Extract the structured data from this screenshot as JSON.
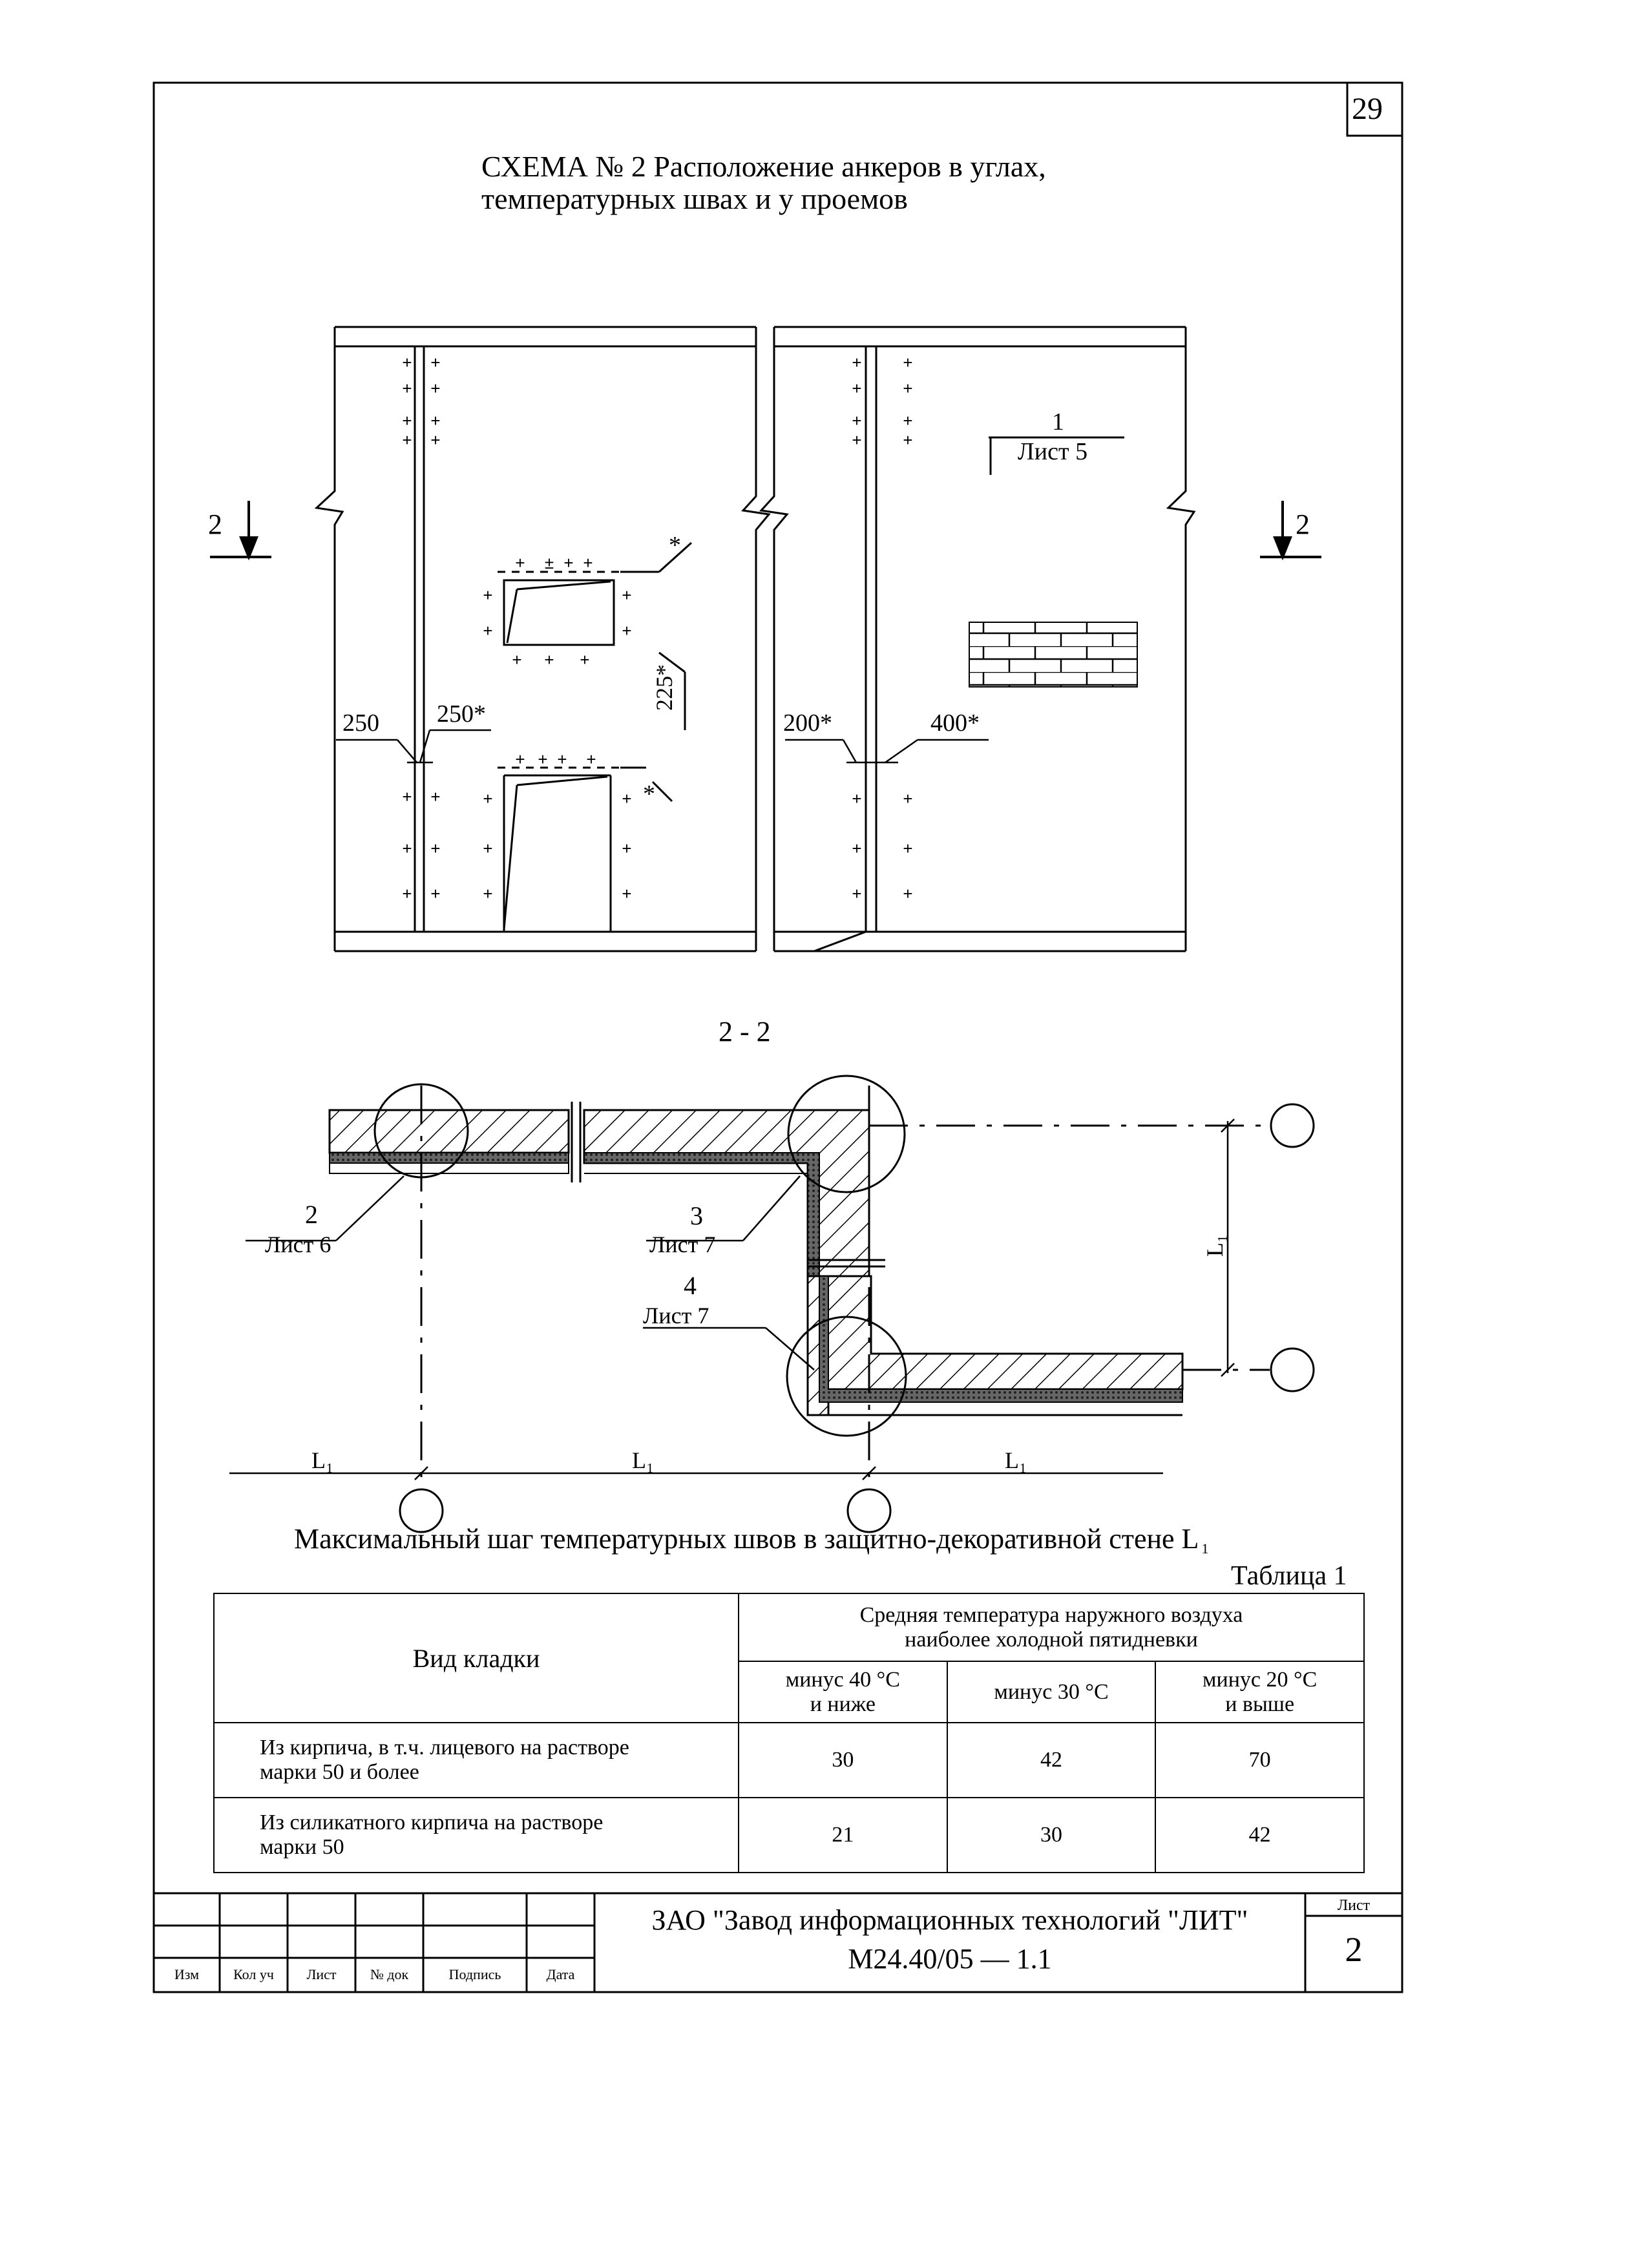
{
  "page_number": "29",
  "title": {
    "line1": "СХЕМА № 2  Расположение анкеров в углах,",
    "line2": "температурных швах и у проемов"
  },
  "elevation": {
    "section_mark": "2",
    "callout_sheet5": {
      "num": "1",
      "sheet": "Лист 5"
    },
    "dims": {
      "left_a": "250",
      "left_b": "250*",
      "right_a": "200*",
      "right_b": "400*",
      "opening_vertical": "225*",
      "star": "*"
    }
  },
  "section": {
    "title": "2 - 2",
    "callouts": [
      {
        "num": "2",
        "sheet": "Лист 6"
      },
      {
        "num": "3",
        "sheet": "Лист 7"
      },
      {
        "num": "4",
        "sheet": "Лист 7"
      }
    ],
    "dim_label": "L₁"
  },
  "table": {
    "caption": "Максимальный шаг температурных швов в защитно-декоративной стене L",
    "caption_sub": "1",
    "label": "Таблица 1",
    "col_header": "Вид кладки",
    "group_header_1": "Средняя температура наружного воздуха",
    "group_header_2": "наиболее холодной пятидневки",
    "temps": [
      {
        "l1": "минус 40 °С",
        "l2": "и ниже"
      },
      {
        "l1": "минус 30 °С",
        "l2": ""
      },
      {
        "l1": "минус 20 °С",
        "l2": "и выше"
      }
    ],
    "rows": [
      {
        "l1": "Из кирпича, в т.ч. лицевого на растворе",
        "l2": "марки 50 и более",
        "values": [
          "30",
          "42",
          "70"
        ]
      },
      {
        "l1": "Из силикатного кирпича на растворе",
        "l2": "марки 50",
        "values": [
          "21",
          "30",
          "42"
        ]
      }
    ]
  },
  "stamp": {
    "company": "ЗАО \"Завод информационных технологий \"ЛИТ\"",
    "doc_code": "М24.40/05  —  1.1",
    "sheet_label": "Лист",
    "sheet_no": "2",
    "headers": [
      "Изм",
      "Кол уч",
      "Лист",
      "№ док",
      "Подпись",
      "Дата"
    ]
  }
}
